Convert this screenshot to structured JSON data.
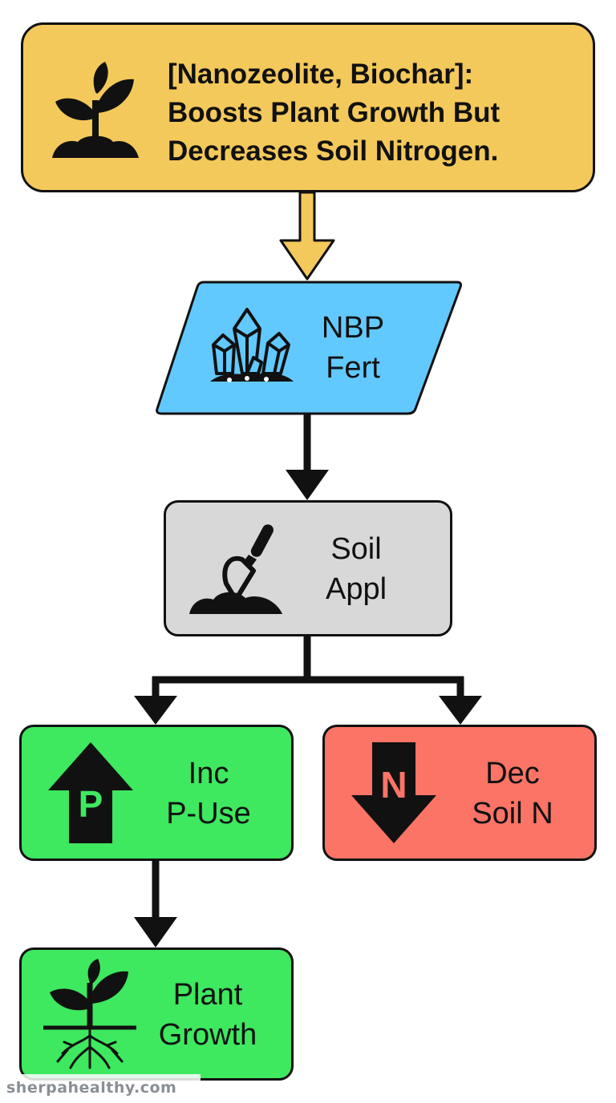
{
  "title": {
    "line1": "[Nanozeolite, Biochar]:",
    "line2": "Boosts Plant Growth But",
    "line3": "Decreases Soil Nitrogen."
  },
  "nodes": {
    "fertilizer": {
      "line1": "NBP",
      "line2": "Fert",
      "icon": "crystals-icon",
      "color": "#62c9ff"
    },
    "application": {
      "line1": "Soil",
      "line2": "Appl",
      "icon": "trowel-soil-icon",
      "color": "#d8d8d8"
    },
    "p_use": {
      "line1": "Inc",
      "line2": "P-Use",
      "icon": "up-arrow-p-icon",
      "arrow_letter": "P",
      "color": "#3ee85f"
    },
    "soil_n": {
      "line1": "Dec",
      "line2": "Soil N",
      "icon": "down-arrow-n-icon",
      "arrow_letter": "N",
      "color": "#fb7466"
    },
    "growth": {
      "line1": "Plant",
      "line2": "Growth",
      "icon": "plant-roots-icon",
      "color": "#3ee85f"
    }
  },
  "colors": {
    "title_bg": "#f4c95b",
    "title_arrow": "#f4c95b",
    "stroke": "#111111"
  },
  "watermark": "sherpahealthy.com"
}
